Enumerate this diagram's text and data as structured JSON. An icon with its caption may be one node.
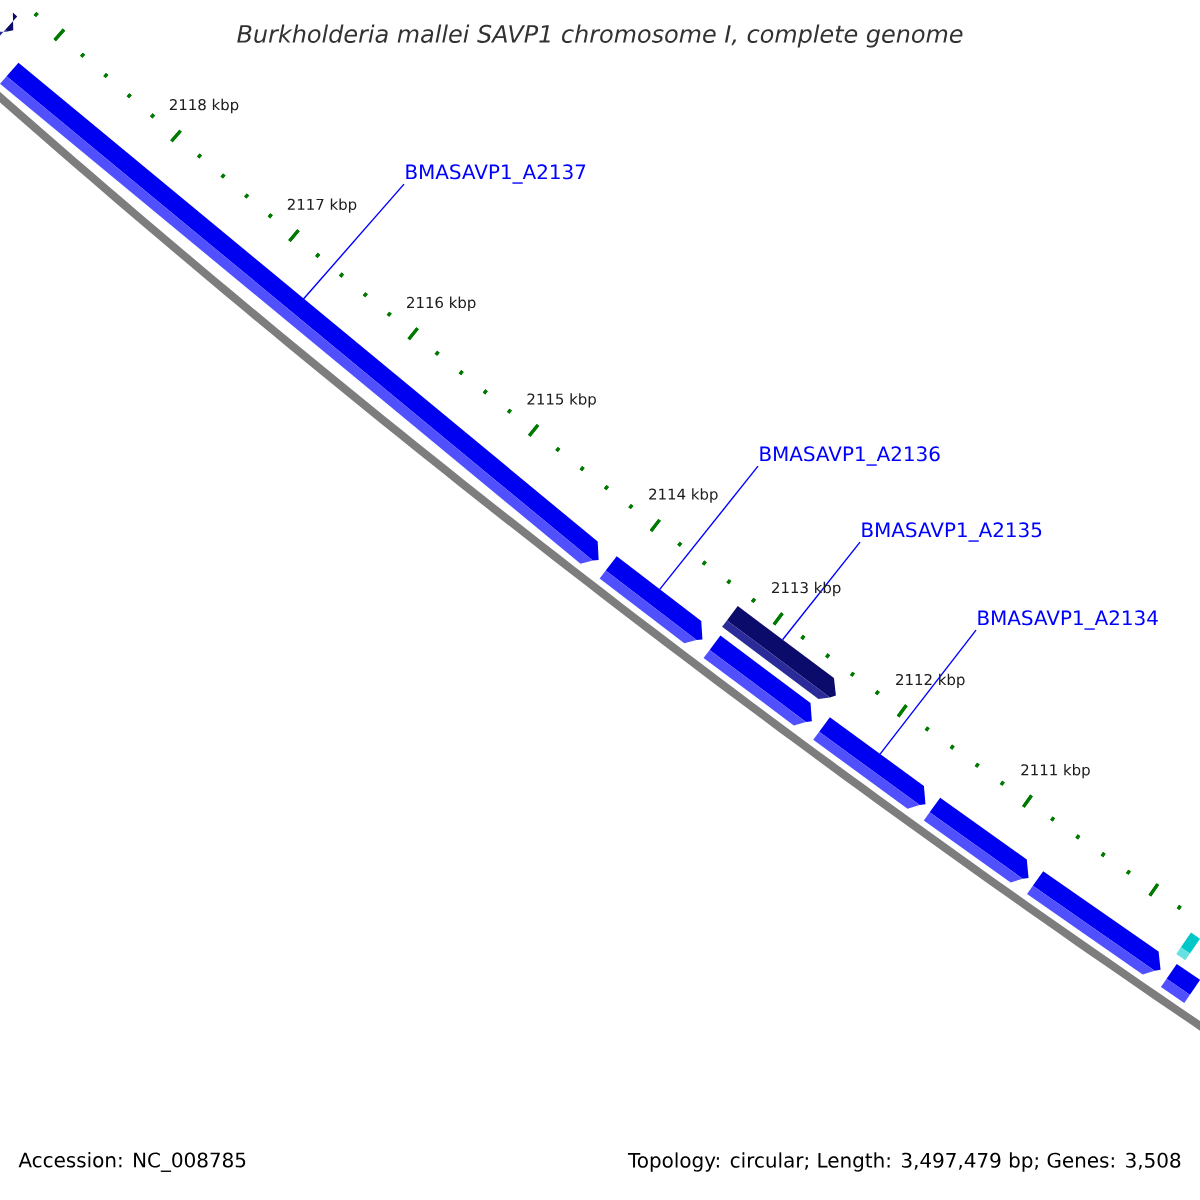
{
  "diagram": {
    "title": "Burkholderia mallei SAVP1 chromosome I, complete genome",
    "nodes": [
      {
        "text": [
          "BMASAVP1_A2137"
        ]
      },
      {
        "text": [
          "BMASAVP1_A2136"
        ]
      },
      {
        "text": [
          "BMASAVP1_A2135"
        ]
      },
      {
        "text": [
          "BMASAVP1_A2134"
        ]
      },
      {
        "text": [],
        "shape": "bar"
      },
      {
        "text": [],
        "shape": "bar"
      },
      {
        "text": [],
        "shape": "bar"
      },
      {
        "text": [],
        "shape": "bar"
      },
      {
        "text": [],
        "shape": "bar"
      },
      {
        "text": [],
        "shape": "bar"
      },
      {
        "text": [],
        "shape": "bar"
      },
      {
        "text": [],
        "shape": "bar"
      },
      {
        "text": [],
        "shape": "bar"
      },
      {
        "text": [],
        "shape": "bar"
      }
    ],
    "edges": [
      {
        "from": 0,
        "to": 5,
        "arrow": "none"
      },
      {
        "from": 1,
        "to": 6,
        "arrow": "none"
      },
      {
        "from": 2,
        "to": 7,
        "arrow": "none"
      },
      {
        "from": 3,
        "to": 9,
        "arrow": "none"
      }
    ],
    "labels": [
      "2118 kbp",
      "2117 kbp",
      "2116 kbp",
      "2115 kbp",
      "2114 kbp",
      "2113 kbp",
      "2112 kbp",
      "2111 kbp",
      "Accession: NC_008785",
      "Topology: circular; Length: 3,497,479 bp; Genes: 3,508"
    ]
  }
}
